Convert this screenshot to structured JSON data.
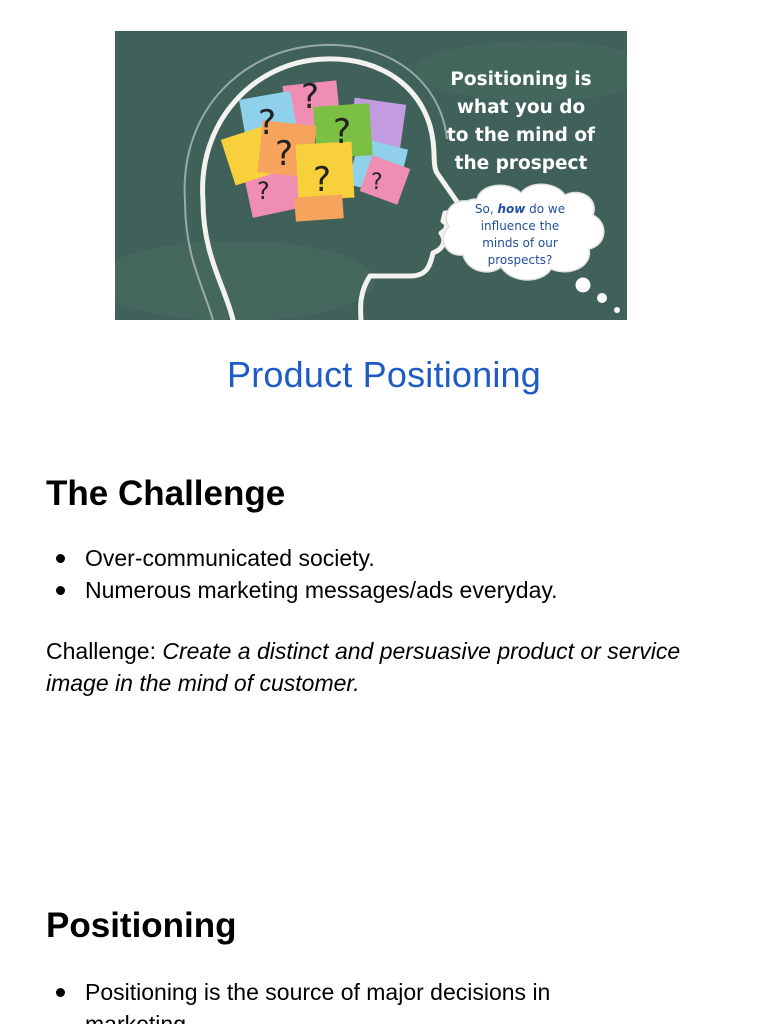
{
  "hero_image": {
    "main_text": [
      "Positioning is",
      "what you do",
      "to the mind of",
      "the prospect"
    ],
    "bubble_text_lines": [
      "So, ",
      "how",
      " do we",
      "influence the",
      "minds of our",
      "prospects?"
    ],
    "question_mark": "?",
    "colors": {
      "chalkboard": "#3f6159",
      "chalk": "#f2f2ee",
      "note_pink": "#f08db2",
      "note_orange": "#f6a35e",
      "note_yellow": "#f7d03c",
      "note_green": "#7bc043",
      "note_blue": "#8fd0ea",
      "note_purple": "#c39be0",
      "bubble_text": "#1f4e9c"
    }
  },
  "title": "Product Positioning",
  "sections": [
    {
      "heading": "The Challenge",
      "bullets": [
        "Over-communicated society.",
        "Numerous marketing messages/ads everyday."
      ],
      "paragraph": {
        "lead": "Challenge: ",
        "italic": "Create a distinct and persuasive product or service image in the mind of customer."
      }
    },
    {
      "heading": "Positioning",
      "bullets": [
        "Positioning is the source of major decisions in marketing."
      ]
    }
  ]
}
